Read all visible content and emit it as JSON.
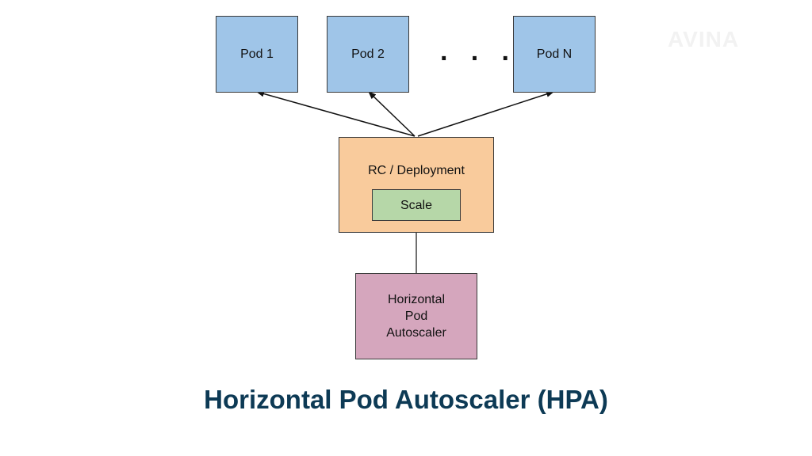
{
  "diagram": {
    "pods": [
      {
        "label": "Pod 1"
      },
      {
        "label": "Pod 2"
      },
      {
        "label": "Pod N"
      }
    ],
    "ellipsis": "· · ·",
    "controller": {
      "label": "RC / Deployment"
    },
    "scale": {
      "label": "Scale"
    },
    "autoscaler": {
      "lines": [
        "Horizontal",
        "Pod",
        "Autoscaler"
      ]
    },
    "title": "Horizontal Pod Autoscaler (HPA)",
    "watermark": "AVINA",
    "colors": {
      "pod": "#9fc5e8",
      "controller": "#f9cb9c",
      "scale": "#b6d7a8",
      "autoscaler": "#d5a6bd",
      "title": "#0d3a55"
    }
  }
}
